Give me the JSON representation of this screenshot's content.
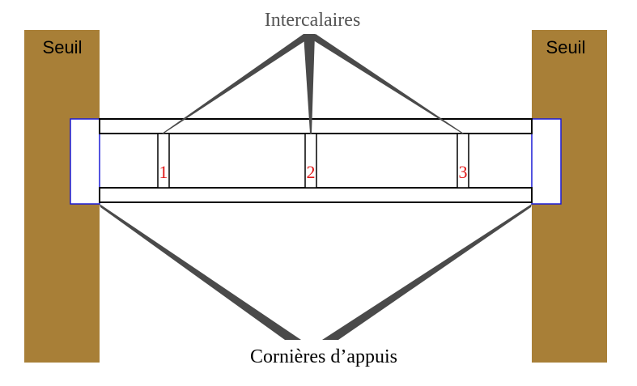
{
  "diagram": {
    "left_post_label": "Seuil",
    "right_post_label": "Seuil",
    "top_label": "Intercalaires",
    "bottom_label": "Cornières d’appuis",
    "spacers": [
      {
        "label": "1"
      },
      {
        "label": "2"
      },
      {
        "label": "3"
      }
    ]
  },
  "colors": {
    "post": "#a87f37",
    "bracket_outline": "#1a1ad6",
    "spacer_number": "#e01818",
    "leader_line": "#4a4a4a",
    "top_label": "#555555",
    "outline": "#000000"
  }
}
